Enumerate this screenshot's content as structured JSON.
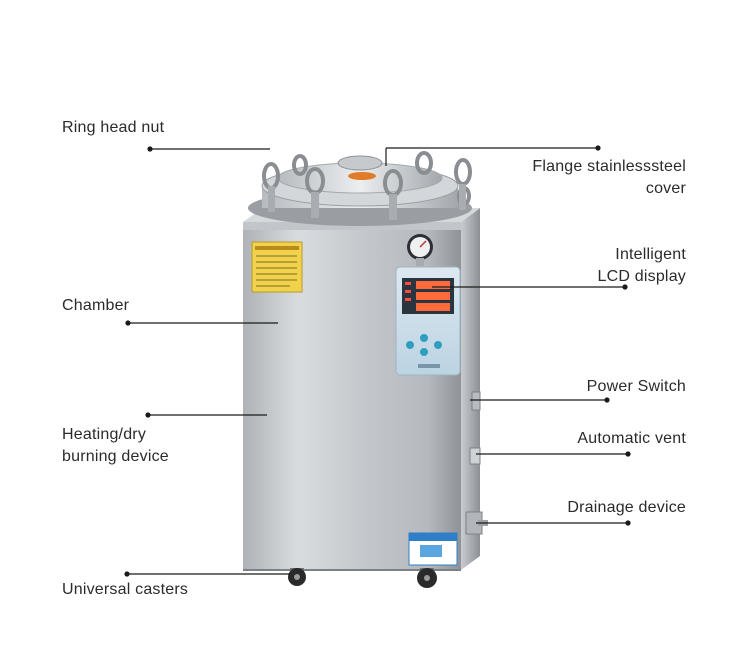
{
  "labels": {
    "ring_head_nut": "Ring head nut",
    "flange_cover": [
      "Flange stainlesssteel",
      "cover"
    ],
    "intelligent_display": [
      "Intelligent",
      "LCD display"
    ],
    "chamber": "Chamber",
    "power_switch": "Power Switch",
    "heating_device": [
      "Heating/dry",
      "burning device"
    ],
    "automatic_vent": "Automatic vent",
    "drainage_device": "Drainage device",
    "universal_casters": "Universal casters"
  },
  "colors": {
    "label_text": "#2b2b2b",
    "leader_line": "#1a1a1a",
    "steel_light": "#e2e4e6",
    "steel_dark": "#9a9ea3",
    "panel": "#cfe2ee",
    "warning_label": "#f2d24a",
    "blue_label": "#2f7fc8"
  }
}
